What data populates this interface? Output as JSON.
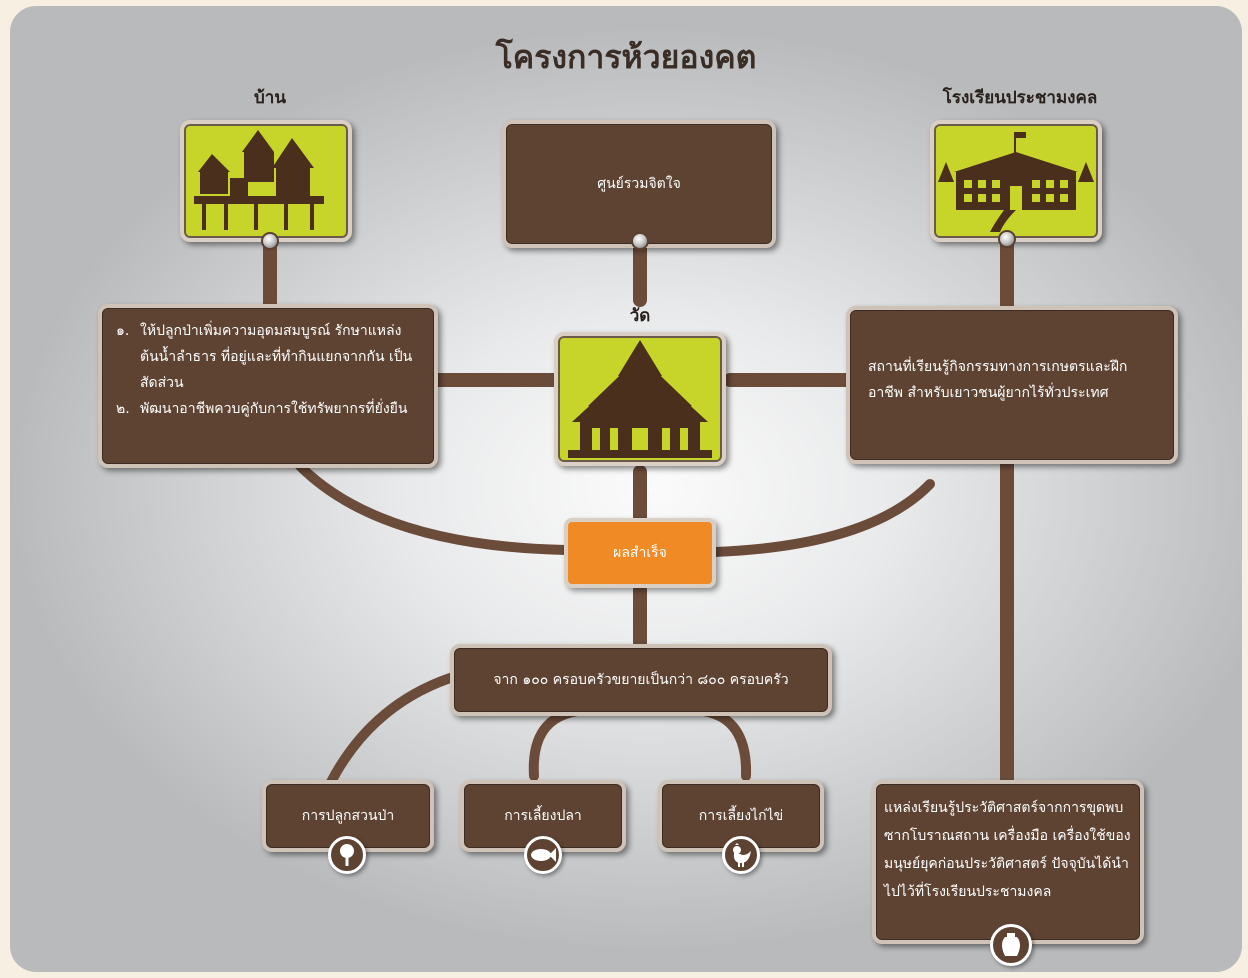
{
  "title": "โครงการห้วยองคต",
  "labels": {
    "home": "บ้าน",
    "school": "โรงเรียนประชามงคล",
    "temple": "วัด"
  },
  "center_box": "ศูนย์รวมจิตใจ",
  "home_box": {
    "items": [
      {
        "num": "๑.",
        "text": "ให้ปลูกป่าเพิ่มความอุดมสมบูรณ์ รักษาแหล่งต้นน้ำลำธาร ที่อยู่และที่ทำกินแยกจากกัน เป็นสัดส่วน"
      },
      {
        "num": "๒.",
        "text": "พัฒนาอาชีพควบคู่กับการใช้ทรัพยากรที่ยั่งยืน"
      }
    ]
  },
  "school_box": "สถานที่เรียนรู้กิจกรรมทางการเกษตรและฝึกอาชีพ สำหรับเยาวชนผู้ยากไร้ทั่วประเทศ",
  "result": "ผลสำเร็จ",
  "families": "จาก ๑๐๐ ครอบครัวขยายเป็นกว่า ๘๐๐ ครอบครัว",
  "activities": [
    "การปลูกสวนป่า",
    "การเลี้ยงปลา",
    "การเลี้ยงไก่ไข่"
  ],
  "history": "แหล่งเรียนรู้ประวัติศาสตร์จากการขุดพบซากโบราณสถาน เครื่องมือ เครื่องใช้ของมนุษย์ยุคก่อนประวัติศาสตร์ ปัจจุบันได้นำไปไว้ที่โรงเรียนประชามงคล",
  "colors": {
    "box": "#5e4332",
    "picture": "#c7d52a",
    "result": "#f08a24",
    "connector": "#6b4c3a"
  },
  "icons": [
    "house-icon",
    "school-icon",
    "temple-icon",
    "tree-icon",
    "fish-icon",
    "rooster-icon",
    "pottery-icon"
  ]
}
